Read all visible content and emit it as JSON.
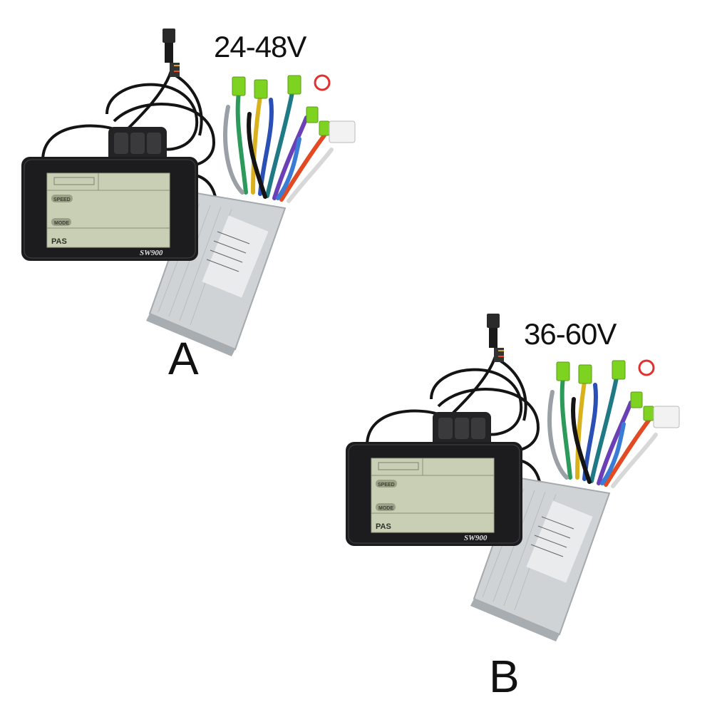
{
  "products": [
    {
      "id": "a",
      "voltage": "24-48V",
      "variant": "A",
      "display": {
        "speed_label": "SPEED",
        "mode_label": "MODE",
        "pas_label": "PAS",
        "model": "SW900"
      }
    },
    {
      "id": "b",
      "voltage": "36-60V",
      "variant": "B",
      "display": {
        "speed_label": "SPEED",
        "mode_label": "MODE",
        "pas_label": "PAS",
        "model": "SW900"
      }
    }
  ],
  "colors": {
    "bezel": "#1c1c1e",
    "lcd": "#c9cfb4",
    "controller": "#cfd3d6",
    "connector_green": "#7ed321",
    "wire_black": "#141414"
  }
}
